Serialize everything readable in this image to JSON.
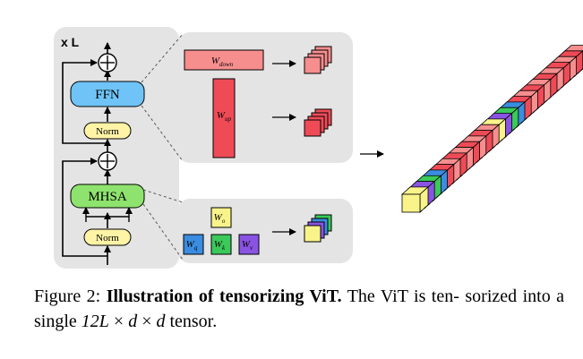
{
  "figure": {
    "repeat_label": "x L",
    "ffn_label": "FFN",
    "mhsa_label": "MHSA",
    "norm_label": "Norm",
    "plus_symbol": "+",
    "w_down_main": "W",
    "w_down_sub": "down",
    "w_up_main": "W",
    "w_up_sub": "up",
    "w_o_main": "W",
    "w_o_sub": "o",
    "w_q_main": "W",
    "w_q_sub": "q",
    "w_k_main": "W",
    "w_k_sub": "k",
    "w_v_main": "W",
    "w_v_sub": "v",
    "colors": {
      "panel": "#e4e4e4",
      "ffn": "#6fc3f7",
      "mhsa": "#8ee36e",
      "norm": "#fff3a6",
      "w_down": "#f78e8e",
      "w_up": "#ee4b57",
      "w_o": "#f8f48a",
      "w_q": "#3a8de0",
      "w_k": "#3ac95a",
      "w_v": "#8a53e3"
    }
  },
  "caption": {
    "figure_label": "Figure 2:",
    "title": "Illustration of tensorizing ViT.",
    "text_1": "The ViT is ten-",
    "text_2": "sorized into a single",
    "math_12L": "12L",
    "times1": "×",
    "math_d1": "d",
    "times2": "×",
    "math_d2": "d",
    "text_3": "tensor."
  }
}
